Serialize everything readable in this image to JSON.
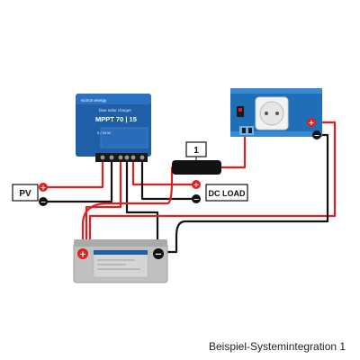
{
  "charger": {
    "brand": "victron energy",
    "line": "blue solar charger",
    "model": "MPPT 70 | 15",
    "rating": "6 / 20 W"
  },
  "fuse_box": {
    "label": "1"
  },
  "pv_label": "PV",
  "dc_load_label": "DC LOAD",
  "caption": "Beispiel-Systemintegration 1",
  "colors": {
    "victron_blue": "#1f5fa8",
    "wire_red": "#e0201e",
    "wire_black": "#111111",
    "battery_grey": "#bfc1c0"
  },
  "icons": {
    "positive": "plus-symbol",
    "negative": "minus-symbol",
    "socket": "schuko-socket"
  }
}
